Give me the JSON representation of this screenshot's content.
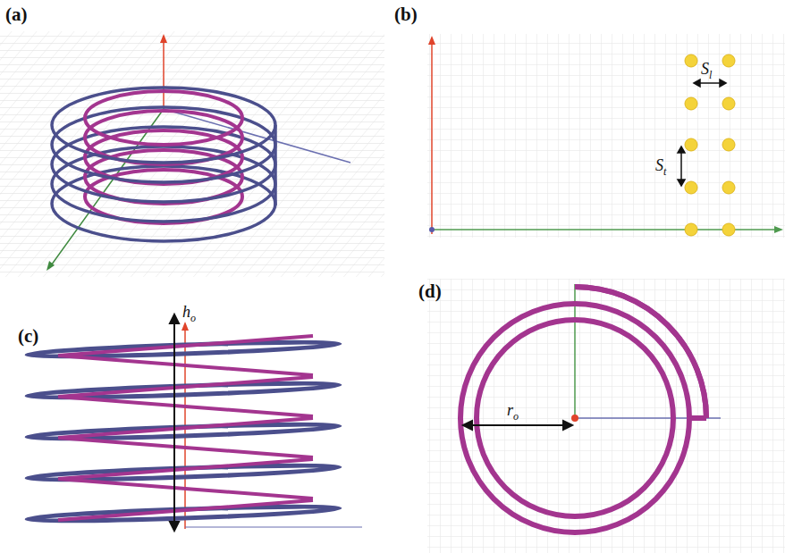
{
  "diagram": {
    "labels": [
      "(a)",
      "(b)",
      "(c)",
      "(d)",
      "Sl",
      "St",
      "ho",
      "ro"
    ]
  }
}
